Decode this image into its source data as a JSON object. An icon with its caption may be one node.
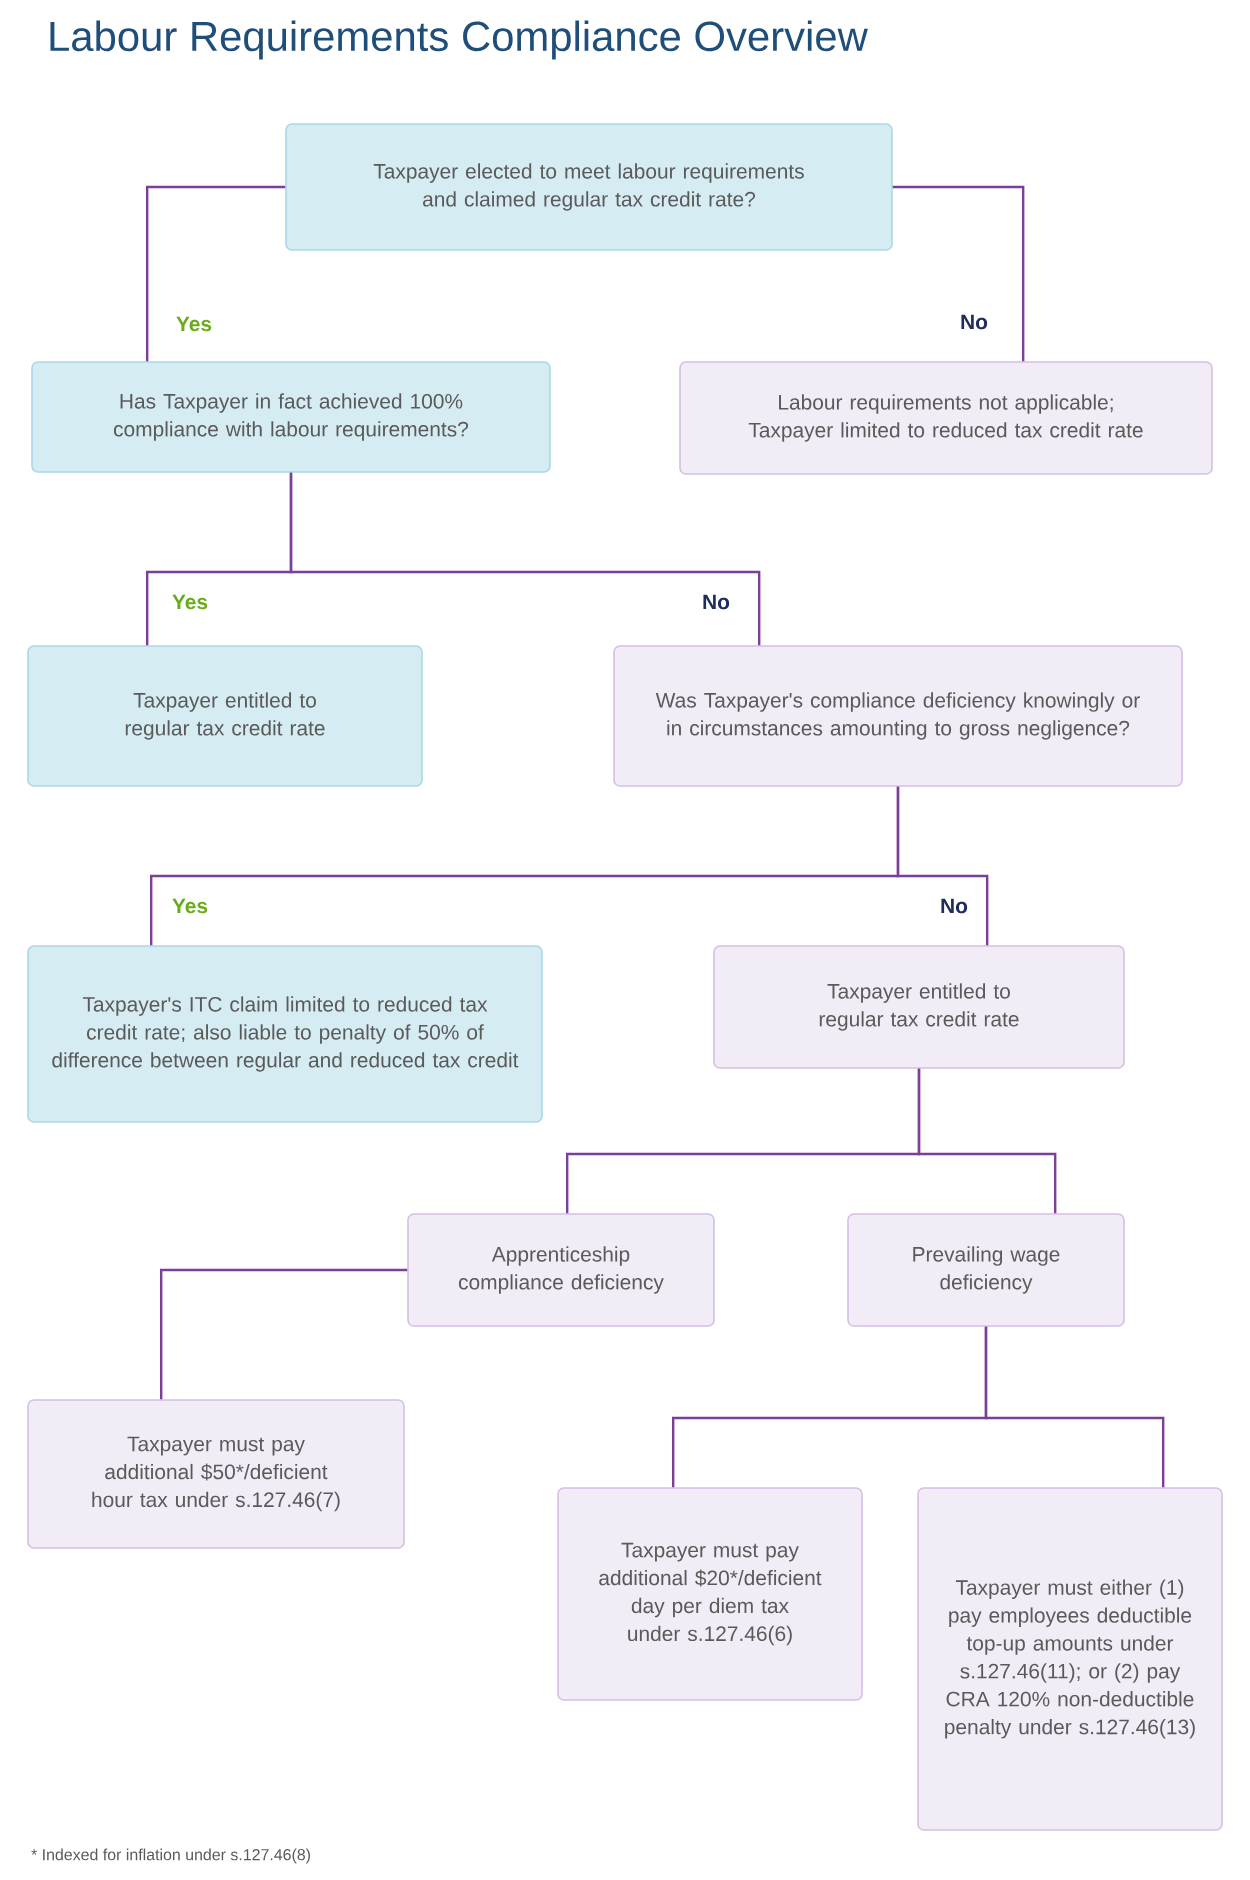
{
  "diagram": {
    "title": "Labour Requirements Compliance Overview",
    "nodes": [
      {
        "text": [
          "Taxpayer elected to meet labour requirements and claimed regular tax credit rate?"
        ]
      },
      {
        "text": [
          "Has Taxpayer in fact achieved 100% compliance with labour requirements?"
        ]
      },
      {
        "text": [
          "Labour requirements not applicable; Taxpayer limited to reduced tax credit rate"
        ]
      },
      {
        "text": [
          "Taxpayer entitled to regular tax credit rate"
        ]
      },
      {
        "text": [
          "Was Taxpayer's compliance deficiency knowingly or in circumstances amounting to gross negligence?"
        ]
      },
      {
        "text": [
          "Taxpayer's ITC claim limited to reduced tax credit rate; also liable to penalty of 50% of difference between regular and reduced tax credit"
        ]
      },
      {
        "text": [
          "Taxpayer entitled to regular tax credit rate"
        ]
      },
      {
        "text": [
          "Apprenticeship compliance deficiency"
        ]
      },
      {
        "text": [
          "Prevailing wage deficiency"
        ]
      },
      {
        "text": [
          "Taxpayer must pay additional $50*/deficient hour tax under s.127.46(7)"
        ]
      },
      {
        "text": [
          "Taxpayer must pay additional $20*/deficient day per diem tax under s.127.46(6)"
        ]
      },
      {
        "text": [
          "Taxpayer must either (1) pay employees deductible top-up amounts under s.127.46(11); or (2) pay CRA 120% non-deductible penalty under s.127.46(13)"
        ]
      }
    ],
    "edges": [
      {
        "from": 0,
        "to": 1,
        "arrow": "none",
        "label": "Yes"
      },
      {
        "from": 0,
        "to": 2,
        "arrow": "none",
        "label": "No"
      },
      {
        "from": 1,
        "to": 3,
        "arrow": "none",
        "label": "Yes"
      },
      {
        "from": 1,
        "to": 4,
        "arrow": "none",
        "label": "No"
      },
      {
        "from": 4,
        "to": 5,
        "arrow": "none",
        "label": "Yes"
      },
      {
        "from": 4,
        "to": 6,
        "arrow": "none",
        "label": "No"
      },
      {
        "from": 6,
        "to": 7,
        "arrow": "none"
      },
      {
        "from": 6,
        "to": 8,
        "arrow": "none"
      },
      {
        "from": 7,
        "to": 9,
        "arrow": "none"
      },
      {
        "from": 8,
        "to": 10,
        "arrow": "none"
      },
      {
        "from": 8,
        "to": 11,
        "arrow": "none"
      }
    ],
    "labels": [
      "* Indexed for inflation under s.127.46(8)"
    ]
  }
}
